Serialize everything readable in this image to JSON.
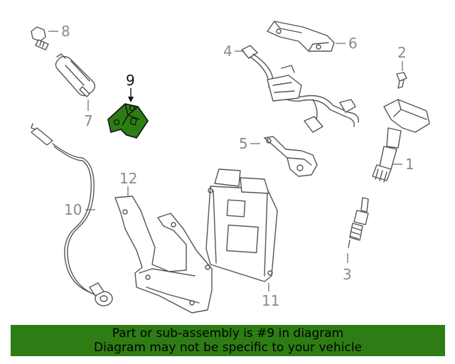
{
  "diagram": {
    "callouts": {
      "c1": "1",
      "c2": "2",
      "c3": "3",
      "c4": "4",
      "c5": "5",
      "c6": "6",
      "c7": "7",
      "c8": "8",
      "c9": "9",
      "c10": "10",
      "c11": "11",
      "c12": "12"
    },
    "highlighted_part": "9",
    "highlight_color": "#2e7d14"
  },
  "banner": {
    "line1": "Part or sub-assembly is #9 in diagram",
    "line2": "Diagram may not be specific to your vehicle",
    "background": "#2e7d14"
  }
}
